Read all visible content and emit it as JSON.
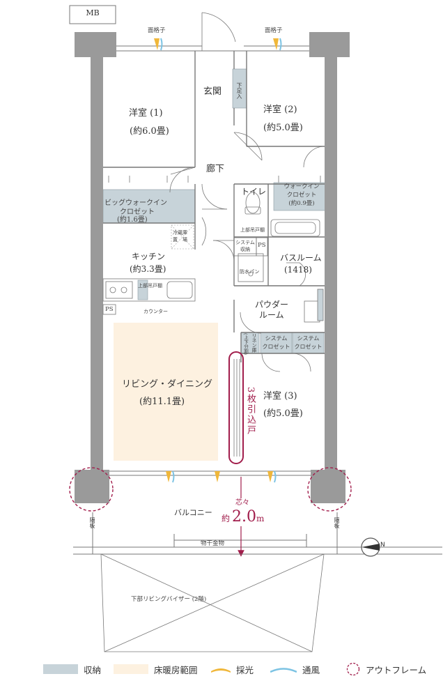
{
  "labels": {
    "mb": "MB",
    "lattice_left": "面格子",
    "lattice_right": "面格子",
    "genkan": "玄関",
    "shoe_box": "下足入",
    "room1_name": "洋室 (1)",
    "room1_size": "(約6.0畳)",
    "room2_name": "洋室 (2)",
    "room2_size": "(約5.0畳)",
    "rouka": "廊下",
    "toilet": "トイレ",
    "upper_shelf_toilet": "上部吊戸棚",
    "wic_line1": "ウォークイン",
    "wic_line2": "クロゼット",
    "wic_size": "(約0.9畳)",
    "bwic_line1": "ビッグウォークイン",
    "bwic_line2": "クロゼット",
    "bwic_size": "(約1.6畳)",
    "fridge_line1": "冷蔵庫",
    "fridge_line2": "置　場",
    "sys_storage_line1": "システム",
    "sys_storage_line2": "収納",
    "ps1": "PS",
    "kitchen": "キッチン",
    "kitchen_size": "(約3.3畳)",
    "upper_shelf_kitchen": "上部吊戸棚",
    "bath": "バスルーム",
    "bath_size": "(1418)",
    "waterproof_pan": "防水パン",
    "ps2": "PS",
    "counter": "カウンター",
    "powder_line1": "パウダー",
    "powder_line2": "ルーム",
    "linen": "リネン庫",
    "linen_sub": "(上下分割)",
    "sys_closet_a1": "システム",
    "sys_closet_a2": "クロゼット",
    "sys_closet_b1": "システム",
    "sys_closet_b2": "クロゼット",
    "living": "リビング・ダイニング",
    "living_size": "(約11.1畳)",
    "three_sliding": "3枚引込戸",
    "room3_name": "洋室 (3)",
    "room3_size": "(約5.0畳)",
    "balcony": "バルコニー",
    "shinshin": "芯々",
    "approx": "約",
    "depth_value": "2.0",
    "depth_unit": "m",
    "partition_left": "隔板",
    "partition_right": "隔板",
    "drying_hardware": "物干金物",
    "visor": "下部リビングバイザー (2階)",
    "north_mark": "N"
  },
  "legend": [
    {
      "label": "収納",
      "color": "#c7d3d9",
      "icon": "storage-swatch"
    },
    {
      "label": "床暖房範囲",
      "color": "#fdf1e0",
      "icon": "floor-heating-swatch"
    },
    {
      "label": "採光",
      "color": "#f0b73a",
      "icon": "daylight-icon"
    },
    {
      "label": "通風",
      "color": "#7cc3e3",
      "icon": "ventilation-icon"
    },
    {
      "label": "アウトフレーム",
      "color": "#a11d4b",
      "icon": "outframe-icon"
    }
  ],
  "colors": {
    "storage": "#c7d3d9",
    "floor_heating": "#fdf1e0",
    "wall": "#8c8c8c",
    "accent": "#a11d4b",
    "light": "#f0b73a",
    "wind": "#7cc3e3"
  }
}
